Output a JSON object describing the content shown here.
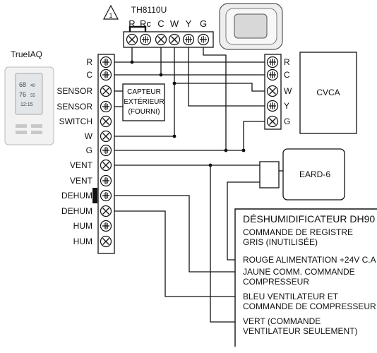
{
  "thermostat_model": "TH8110U",
  "note_number": "1",
  "truelaq": {
    "label": "TrueIAQ",
    "screen_lines": [
      "68",
      "40",
      "76",
      "55",
      "12:15"
    ]
  },
  "top_terminals": [
    "R",
    "Rc",
    "C",
    "W",
    "Y",
    "G"
  ],
  "left_terminals": [
    "R",
    "C",
    "SENSOR",
    "SENSOR",
    "SWITCH",
    "W",
    "G",
    "VENT",
    "VENT",
    "DEHUM",
    "DEHUM",
    "HUM",
    "HUM"
  ],
  "right_terminals": [
    "R",
    "C",
    "W",
    "Y",
    "G"
  ],
  "sensor_box": [
    "CAPTEUR",
    "EXTÉRIEUR",
    "(FOURNI)"
  ],
  "cvca_label": "CVCA",
  "eard_label": "EARD-6",
  "dehum_panel": {
    "title": "DÉSHUMIDIFICATEUR DH90",
    "lines": [
      "COMMANDE DE REGISTRE",
      "GRIS (INUTILISÉE)",
      "ROUGE ALIMENTATION +24V C.A",
      "JAUNE COMM. COMMANDE",
      "COMPRESSEUR",
      "BLEU VENTILATEUR ET",
      "COMMANDE DE COMPRESSEUR",
      "VERT (COMMANDE",
      "VENTILATEUR SEULEMENT)"
    ]
  }
}
